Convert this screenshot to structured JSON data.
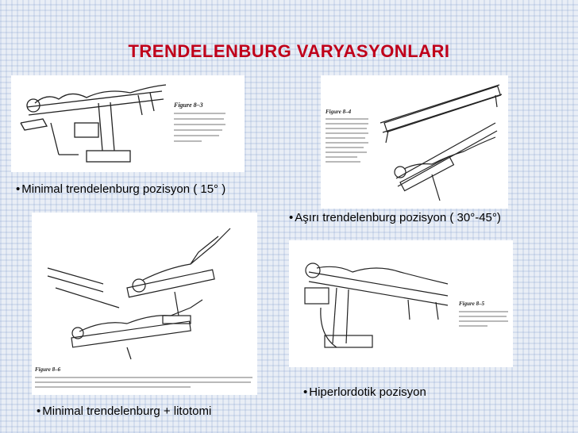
{
  "title": "TRENDELENBURG VARYASYONLARI",
  "captions": {
    "top_left": "Minimal trendelenburg pozisyon ( 15° )",
    "top_right": "Aşırı trendelenburg pozisyon ( 30°-45°)",
    "bottom_left": "Minimal trendelenburg + litotomi",
    "bottom_right": "Hiperlordotik pozisyon"
  },
  "bullet": "•",
  "figures": {
    "fig_a_label": "Figure 8–3",
    "fig_b_label": "Figure 8–4",
    "fig_c_label": "Figure 8–6",
    "fig_d_label": "Figure 8–5"
  },
  "colors": {
    "title": "#c0001a",
    "background": "#e9eef6"
  }
}
